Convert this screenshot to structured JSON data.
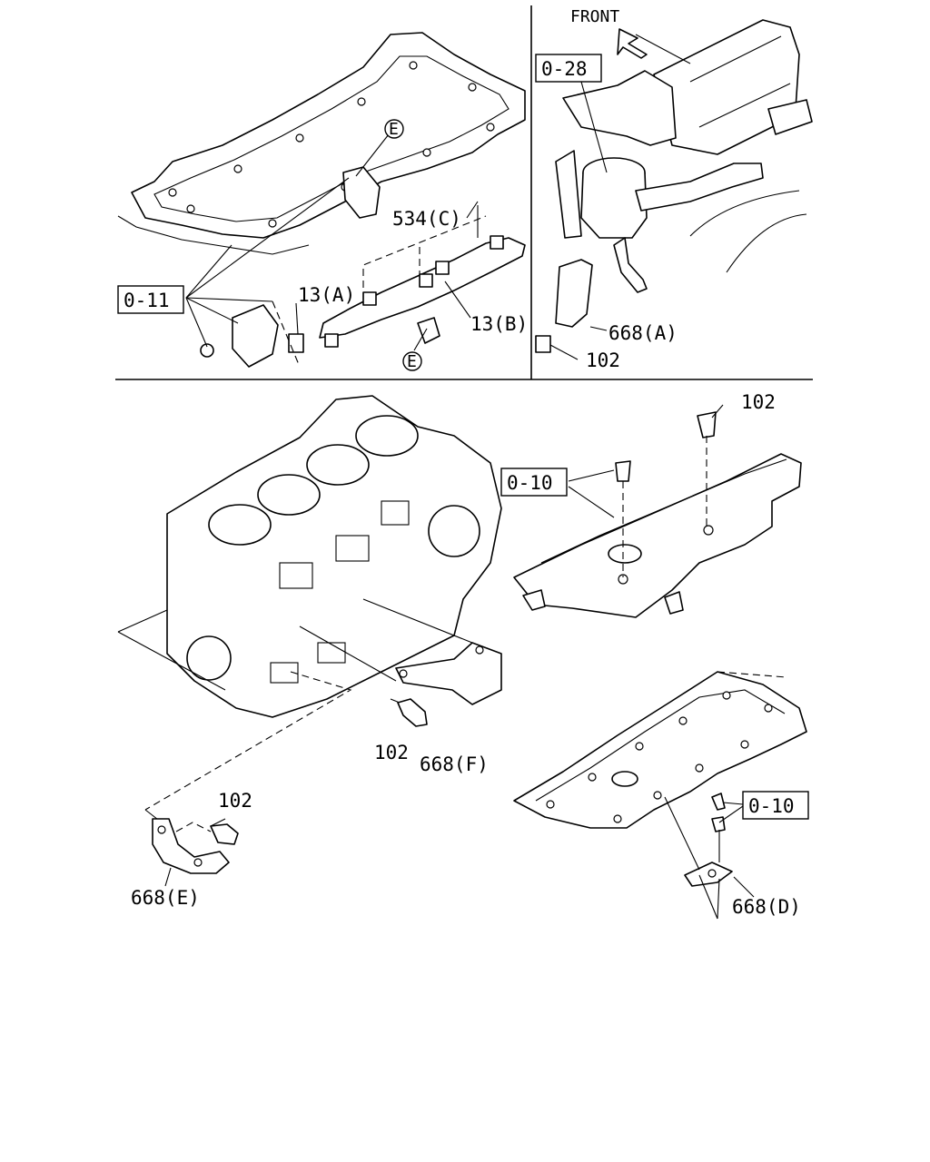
{
  "callouts": {
    "front": "FRONT",
    "ref_0_28": "0-28",
    "ref_0_11": "0-11",
    "ref_0_10_a": "0-10",
    "ref_0_10_b": "0-10",
    "circle_e_top": "E",
    "circle_e_bottom": "E",
    "p534c": "534(C)",
    "p13a": "13(A)",
    "p13b": "13(B)",
    "p668a": "668(A)",
    "p102_tr": "102",
    "p102_pan": "102",
    "p102_block": "102",
    "p668f": "668(F)",
    "p102_e": "102",
    "p668e": "668(E)",
    "p668d": "668(D)"
  },
  "colors": {
    "line": "#000000",
    "background": "#ffffff"
  }
}
